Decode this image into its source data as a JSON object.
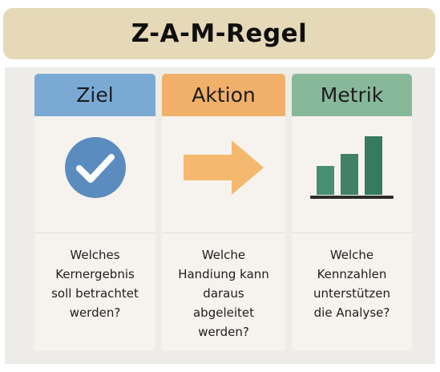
{
  "title": "Z-A-M-Regel",
  "cards": [
    {
      "header": "Ziel",
      "icon": "checkmark-icon",
      "text": "Welches\nKernergebnis\nsoll betrachtet\nwerden?",
      "header_color": "#7aaad4",
      "icon_color": "#5b8cbf"
    },
    {
      "header": "Aktion",
      "icon": "arrow-right-icon",
      "text": "Welche\nHandiung kann\ndaraus\nabgeleitet\nwerden?",
      "header_color": "#f0b06a",
      "icon_color": "#f4b86e"
    },
    {
      "header": "Metrik",
      "icon": "bar-chart-icon",
      "text": "Welche\nKennzahlen\nunterstützen\ndie Analyse?",
      "header_color": "#88b89a",
      "icon_color": "#4a8f74"
    }
  ],
  "colors": {
    "title_background": "#e5d9b8",
    "panel_background": "#eeece8",
    "card_background": "#f6f3ee"
  }
}
